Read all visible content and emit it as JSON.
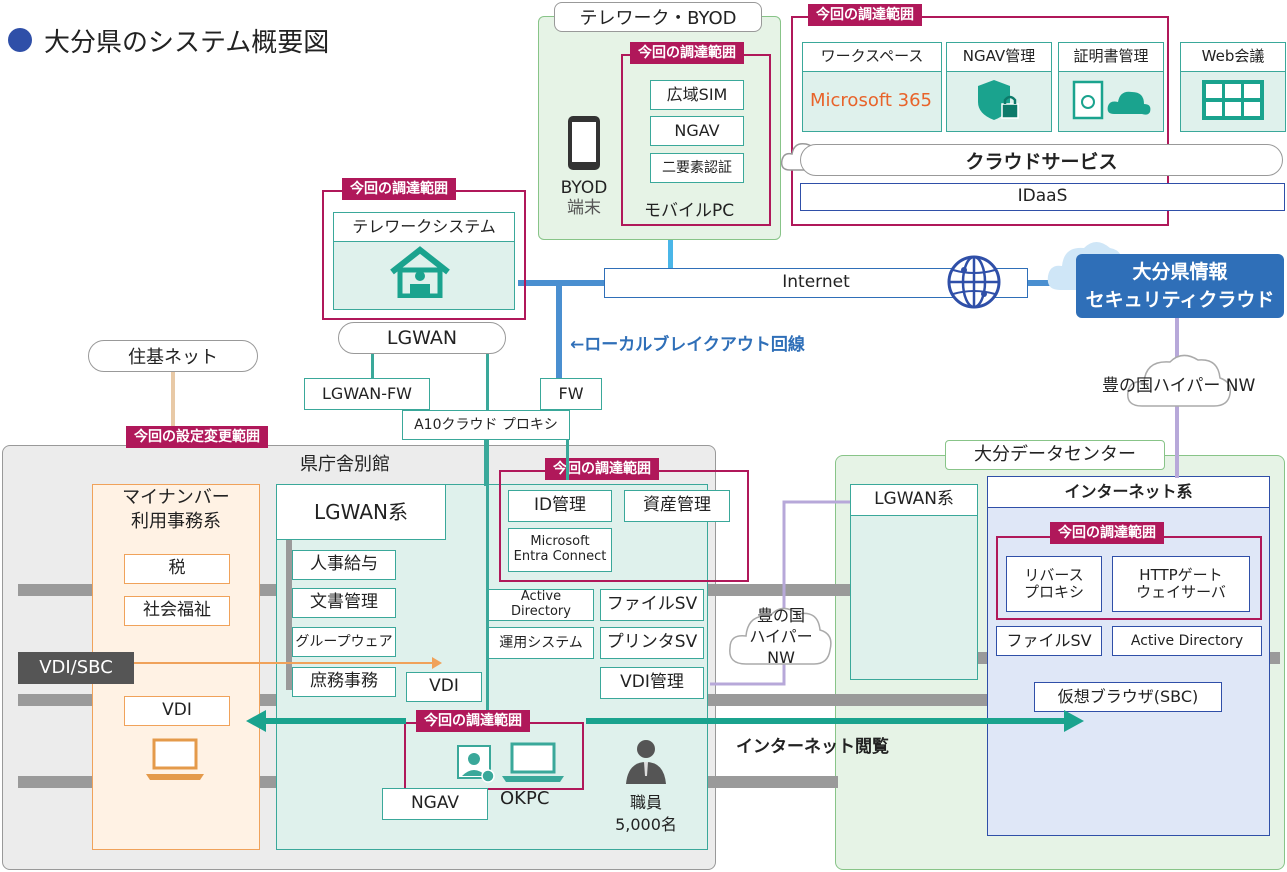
{
  "title": "大分県のシステム概要図",
  "tags": {
    "procurement": "今回の調達範囲",
    "config_change": "今回の設定変更範囲"
  },
  "telework_byod": {
    "title": "テレワーク・BYOD",
    "byod_label": "BYOD",
    "byod_sub": "端末",
    "mobile_items": [
      "広域SIM",
      "NGAV",
      "二要素認証"
    ],
    "mobile_label": "モバイルPC"
  },
  "cloud": {
    "cards": [
      "ワークスペース",
      "NGAV管理",
      "証明書管理",
      "Web会議"
    ],
    "m365": "Microsoft 365",
    "service_label": "クラウドサービス",
    "idaas": "IDaaS"
  },
  "telework_system": "テレワークシステム",
  "lgwan": "LGWAN",
  "lgwan_fw": "LGWAN-FW",
  "fw": "FW",
  "proxy": "A10クラウド プロキシ",
  "internet": "Internet",
  "local_breakout": "←ローカルブレイクアウト回線",
  "juki": "住基ネット",
  "security_cloud": [
    "大分県情報",
    "セキュリティクラウド"
  ],
  "hyper_nw_top": "豊の国ハイパー NW",
  "hyper_nw_mid": [
    "豊の国",
    "ハイパー",
    "NW"
  ],
  "annex": {
    "title": "県庁舎別館",
    "mynumber": [
      "マイナンバー",
      "利用事務系"
    ],
    "tax": "税",
    "welfare": "社会福祉",
    "vdi_sbc": "VDI/SBC",
    "vdi_left": "VDI",
    "lgwan_sys": "LGWAN系",
    "lgwan_items": [
      "人事給与",
      "文書管理",
      "グループウェア",
      "庶務事務"
    ],
    "vdi_mid": "VDI",
    "id_mgmt": "ID管理",
    "asset_mgmt": "資産管理",
    "entra": [
      "Microsoft",
      "Entra Connect"
    ],
    "ad": "Active Directory",
    "file_sv": "ファイルSV",
    "ops": "運用システム",
    "printer_sv": "プリンタSV",
    "vdi_mgmt": "VDI管理",
    "ngav": "NGAV",
    "okpc": "OKPC",
    "staff": [
      "職員",
      "5,000名"
    ]
  },
  "datacenter": {
    "title": "大分データセンター",
    "lgwan_sys": "LGWAN系",
    "internet_sys": "インターネット系",
    "reverse_proxy": [
      "リバース",
      "プロキシ"
    ],
    "http_gw": [
      "HTTPゲート",
      "ウェイサーバ"
    ],
    "file_sv": "ファイルSV",
    "ad": "Active Directory",
    "virtual_browser": "仮想ブラウザ(SBC)"
  },
  "internet_browsing": "インターネット閲覧",
  "colors": {
    "accent": "#b0185a",
    "teal": "#3aa89a",
    "blue": "#2f6fb8",
    "orange": "#f0a25a",
    "mint": "#dff1ec"
  }
}
